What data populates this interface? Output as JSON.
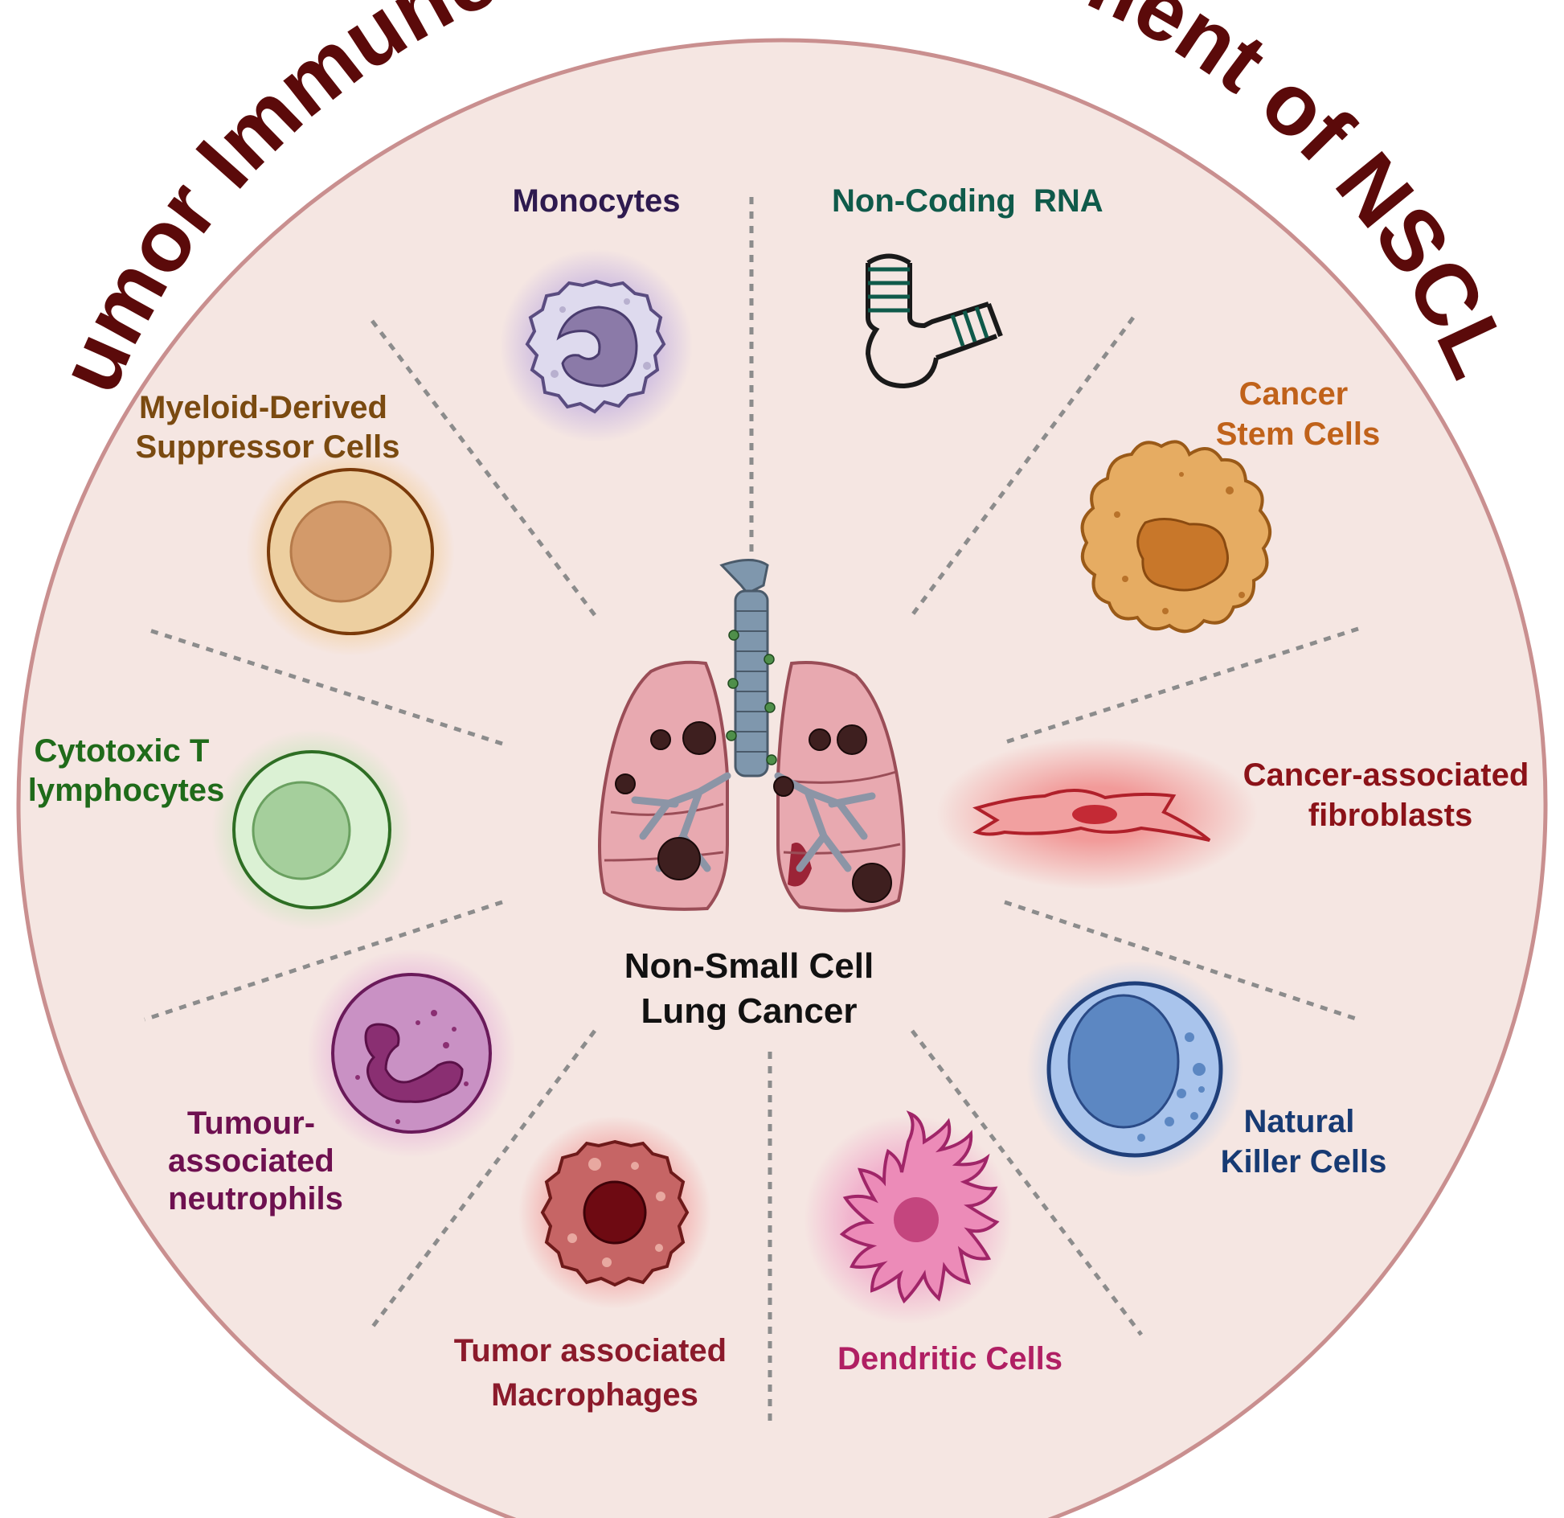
{
  "title": "Tumor Immune Microenvironment of NSCLC",
  "center": {
    "line1": "Non-Small Cell",
    "line2": "Lung Cancer"
  },
  "colors": {
    "background": "#f5e6e2",
    "outline": "#c98f8f",
    "title": "#5b0a0a"
  },
  "sectors": [
    {
      "id": "monocytes",
      "icon": "monocyte-icon",
      "lines": [
        "Monocytes"
      ],
      "color": "#2e1a4f"
    },
    {
      "id": "ncrna",
      "icon": "rna-hairpin-icon",
      "lines": [
        "Non-Coding  RNA"
      ],
      "color": "#0f5a4a"
    },
    {
      "id": "csc",
      "icon": "cancer-stem-cell-icon",
      "lines": [
        "Cancer",
        "Stem Cells"
      ],
      "color": "#c0621a"
    },
    {
      "id": "caf",
      "icon": "fibroblast-icon",
      "lines": [
        "Cancer-associated",
        "fibroblasts"
      ],
      "color": "#8b1218"
    },
    {
      "id": "nk",
      "icon": "nk-cell-icon",
      "lines": [
        "Natural",
        "Killer Cells"
      ],
      "color": "#173a73"
    },
    {
      "id": "dc",
      "icon": "dendritic-cell-icon",
      "lines": [
        "Dendritic Cells"
      ],
      "color": "#b01f63"
    },
    {
      "id": "tam",
      "icon": "macrophage-icon",
      "lines": [
        "Tumor associated",
        "Macrophages"
      ],
      "color": "#8b1a2b"
    },
    {
      "id": "tan",
      "icon": "neutrophil-icon",
      "lines": [
        "Tumour-",
        "associated",
        "neutrophils"
      ],
      "color": "#6e1050"
    },
    {
      "id": "ctl",
      "icon": "t-lymphocyte-icon",
      "lines": [
        "Cytotoxic T",
        "lymphocytes"
      ],
      "color": "#1f6b1a"
    },
    {
      "id": "mdsc",
      "icon": "mdsc-icon",
      "lines": [
        "Myeloid-Derived",
        "Suppressor Cells"
      ],
      "color": "#7a4a10"
    }
  ]
}
